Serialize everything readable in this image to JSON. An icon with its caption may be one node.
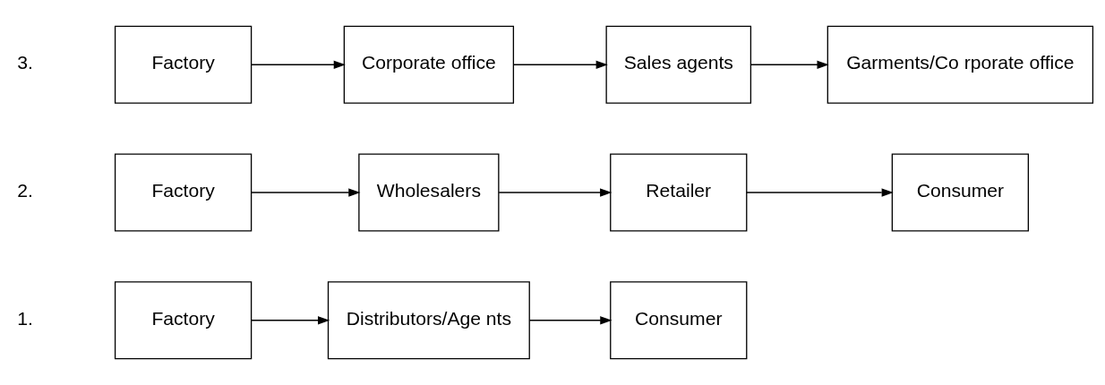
{
  "diagram": {
    "nodes": [
      {
        "text": [
          "Factory"
        ]
      },
      {
        "text": [
          "Distributors/Age nts"
        ]
      },
      {
        "text": [
          "Consumer"
        ]
      },
      {
        "text": [
          "Factory"
        ]
      },
      {
        "text": [
          "Wholesalers"
        ]
      },
      {
        "text": [
          "Retailer"
        ]
      },
      {
        "text": [
          "Consumer"
        ]
      },
      {
        "text": [
          "Factory"
        ]
      },
      {
        "text": [
          "Corporate office"
        ]
      },
      {
        "text": [
          "Sales agents"
        ]
      },
      {
        "text": [
          "Garments/Co rporate office"
        ]
      }
    ],
    "edges": [
      {
        "from": 0,
        "to": 1,
        "arrow": "to"
      },
      {
        "from": 1,
        "to": 2,
        "arrow": "to"
      },
      {
        "from": 3,
        "to": 4,
        "arrow": "to"
      },
      {
        "from": 4,
        "to": 5,
        "arrow": "to"
      },
      {
        "from": 5,
        "to": 6,
        "arrow": "to"
      },
      {
        "from": 7,
        "to": 8,
        "arrow": "to"
      },
      {
        "from": 8,
        "to": 9,
        "arrow": "to"
      },
      {
        "from": 9,
        "to": 10,
        "arrow": "to"
      }
    ],
    "labels": [
      "1.",
      "2.",
      "3."
    ]
  }
}
